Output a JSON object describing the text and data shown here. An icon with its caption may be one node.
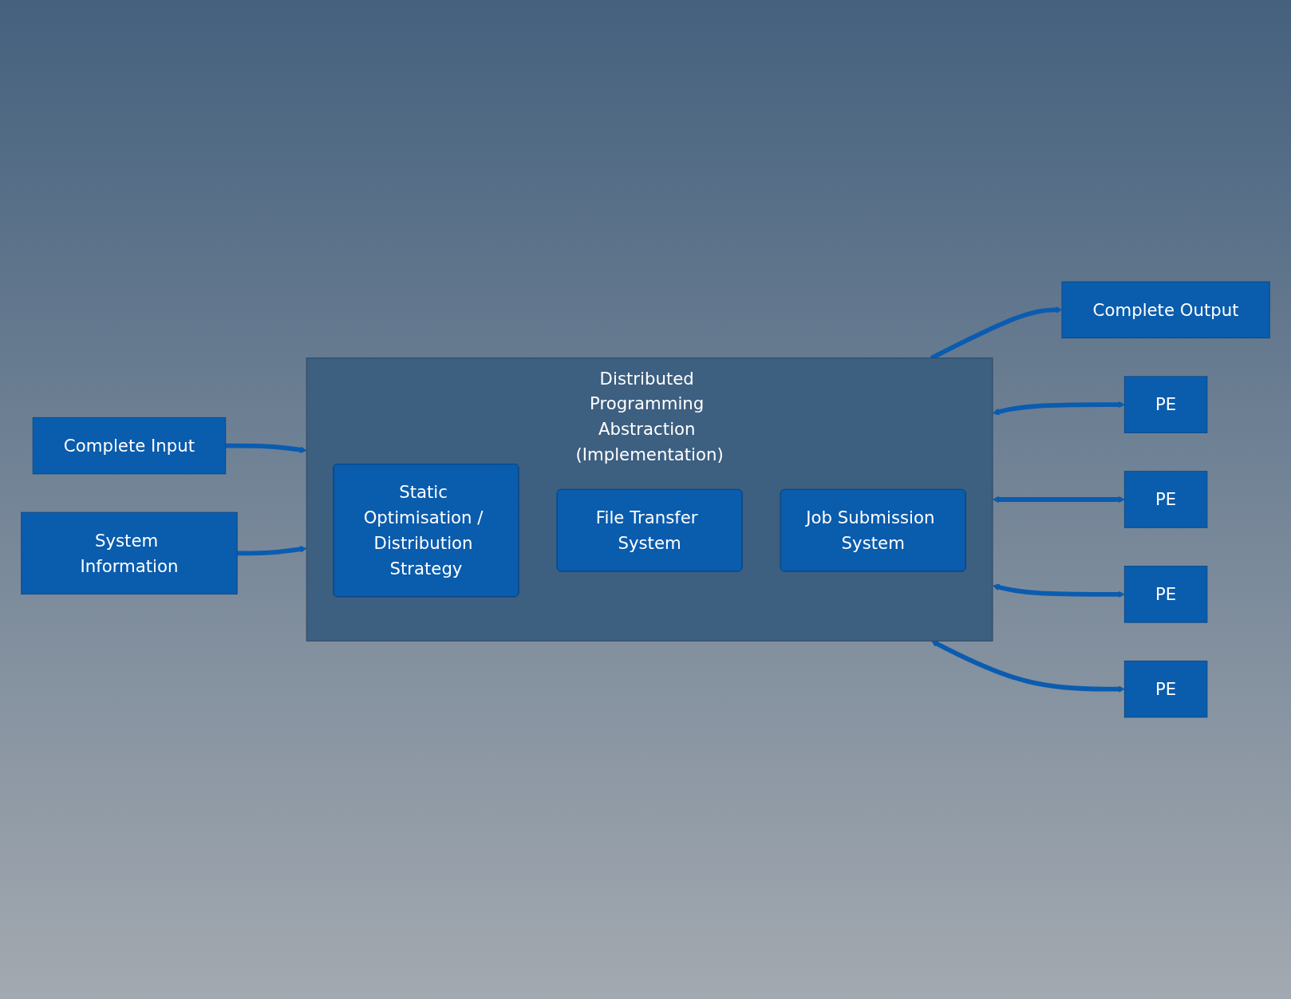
{
  "diagram": {
    "nodes": [
      {
        "text": [
          "Complete Input"
        ]
      },
      {
        "text": [
          "Complete Output"
        ]
      },
      {
        "text": [
          "Distributed Programming Abstraction (Implementation)"
        ]
      },
      {
        "text": [
          "Static Optimisation / Distribution Strategy"
        ],
        "in": 2
      },
      {
        "text": [
          "File Transfer System"
        ],
        "in": 2
      },
      {
        "text": [
          "Job Submission System"
        ],
        "in": 2
      },
      {
        "text": [
          "PE"
        ]
      },
      {
        "text": [
          "PE"
        ]
      },
      {
        "text": [
          "PE"
        ]
      },
      {
        "text": [
          "PE"
        ]
      },
      {
        "text": [
          "System Information"
        ]
      }
    ],
    "edges": [
      {
        "from": 0,
        "to": 2,
        "arrow": "to"
      },
      {
        "from": 2,
        "to": 1,
        "arrow": "to"
      },
      {
        "from": 2,
        "to": 6,
        "arrow": "both"
      },
      {
        "from": 2,
        "to": 7,
        "arrow": "both"
      },
      {
        "from": 2,
        "to": 8,
        "arrow": "both"
      },
      {
        "from": 2,
        "to": 9,
        "arrow": "both"
      },
      {
        "from": 10,
        "to": 2,
        "arrow": "to"
      }
    ]
  }
}
